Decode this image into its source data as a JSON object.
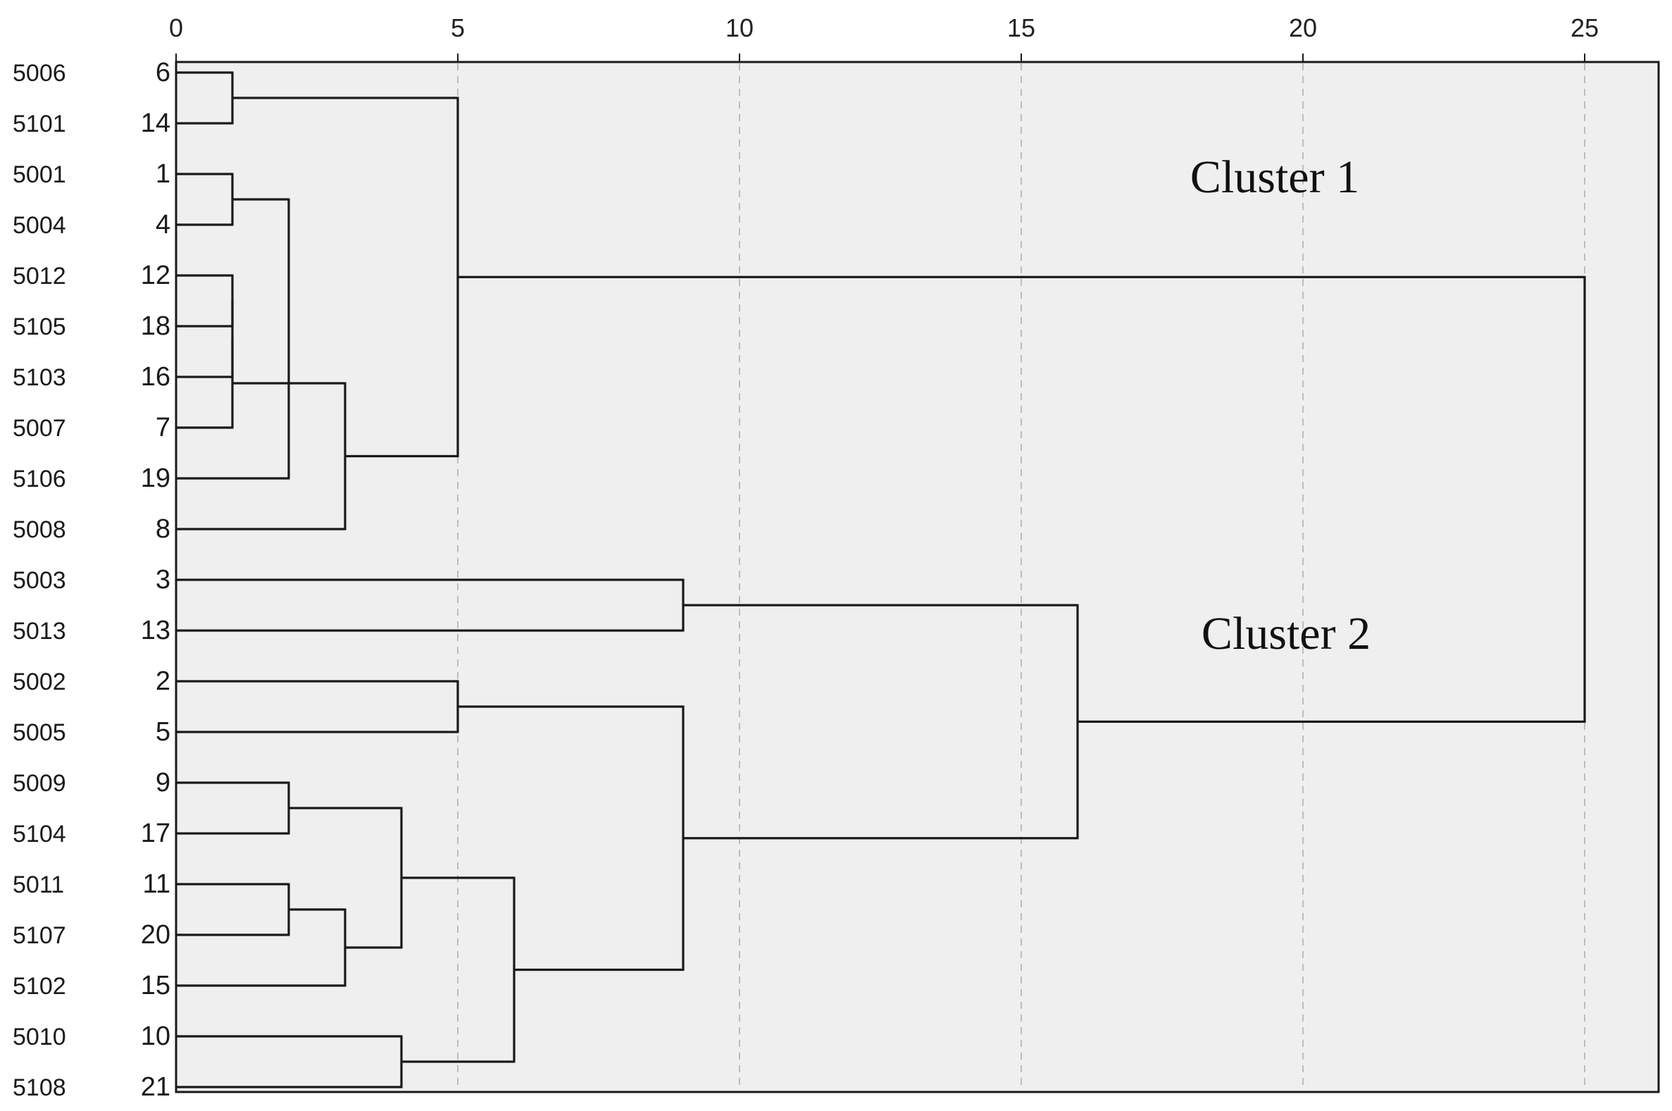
{
  "chart_data": {
    "type": "dendrogram",
    "x_ticks": [
      0,
      5,
      10,
      15,
      20,
      25
    ],
    "xlim": [
      0,
      26.3
    ],
    "grid": "vertical dashed",
    "colors": {
      "plot_background": "#efefef",
      "lines": "#1a1a1a",
      "grid": "#bdbdbd"
    },
    "leaves": [
      {
        "name": "5006",
        "num": "6"
      },
      {
        "name": "5101",
        "num": "14"
      },
      {
        "name": "5001",
        "num": "1"
      },
      {
        "name": "5004",
        "num": "4"
      },
      {
        "name": "5012",
        "num": "12"
      },
      {
        "name": "5105",
        "num": "18"
      },
      {
        "name": "5103",
        "num": "16"
      },
      {
        "name": "5007",
        "num": "7"
      },
      {
        "name": "5106",
        "num": "19"
      },
      {
        "name": "5008",
        "num": "8"
      },
      {
        "name": "5003",
        "num": "3"
      },
      {
        "name": "5013",
        "num": "13"
      },
      {
        "name": "5002",
        "num": "2"
      },
      {
        "name": "5005",
        "num": "5"
      },
      {
        "name": "5009",
        "num": "9"
      },
      {
        "name": "5104",
        "num": "17"
      },
      {
        "name": "5011",
        "num": "11"
      },
      {
        "name": "5107",
        "num": "20"
      },
      {
        "name": "5102",
        "num": "15"
      },
      {
        "name": "5010",
        "num": "10"
      },
      {
        "name": "5108",
        "num": "21"
      }
    ],
    "merges": [
      {
        "a": "L0",
        "b": "L1",
        "height": 1
      },
      {
        "a": "L2",
        "b": "L3",
        "height": 1
      },
      {
        "a": "L4",
        "b": "L5",
        "height": 1
      },
      {
        "a": "M2",
        "b": "L6",
        "height": 1
      },
      {
        "a": "M3",
        "b": "L7",
        "height": 1
      },
      {
        "a": "M1",
        "b": "L8",
        "height": 2
      },
      {
        "a": "M4",
        "b": "L9",
        "height": 3
      },
      {
        "a": "M0",
        "b": "M6",
        "height": 5
      },
      {
        "a": "L10",
        "b": "L11",
        "height": 9
      },
      {
        "a": "L12",
        "b": "L13",
        "height": 5
      },
      {
        "a": "L14",
        "b": "L15",
        "height": 2
      },
      {
        "a": "L16",
        "b": "L17",
        "height": 2
      },
      {
        "a": "M11",
        "b": "L18",
        "height": 3
      },
      {
        "a": "M10",
        "b": "M12",
        "height": 4
      },
      {
        "a": "L19",
        "b": "L20",
        "height": 4
      },
      {
        "a": "M13",
        "b": "M14",
        "height": 6
      },
      {
        "a": "M9",
        "b": "M15",
        "height": 9
      },
      {
        "a": "M8",
        "b": "M16",
        "height": 16
      },
      {
        "a": "M7",
        "b": "M17",
        "height": 25
      }
    ],
    "annotations": [
      {
        "text": "Cluster 1",
        "x": 19.5,
        "leaf_y": 2
      },
      {
        "text": "Cluster 2",
        "x": 19.7,
        "leaf_y": 11
      }
    ]
  }
}
